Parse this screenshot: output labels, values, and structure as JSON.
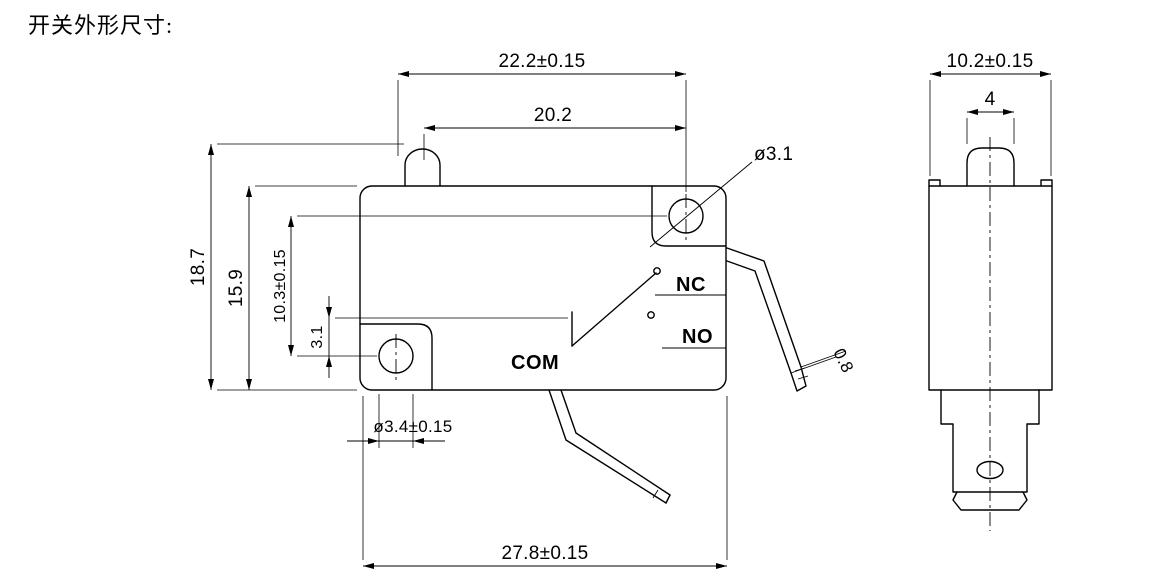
{
  "title": "开关外形尺寸:",
  "front_view": {
    "dim_width_top": "22.2±0.15",
    "dim_width_inner": "20.2",
    "dim_height_overall": "18.7",
    "dim_height_body": "15.9",
    "dim_hole_spacing": "10.3±0.15",
    "dim_offset_small": "3.1",
    "dim_hole_top_dia": "ø3.1",
    "dim_hole_bottom_dia": "ø3.4±0.15",
    "dim_width_bottom": "27.8±0.15",
    "dim_terminal_thickness": "0.8",
    "label_nc": "NC",
    "label_no": "NO",
    "label_com": "COM"
  },
  "side_view": {
    "dim_width": "10.2±0.15",
    "dim_plunger_width": "4"
  }
}
